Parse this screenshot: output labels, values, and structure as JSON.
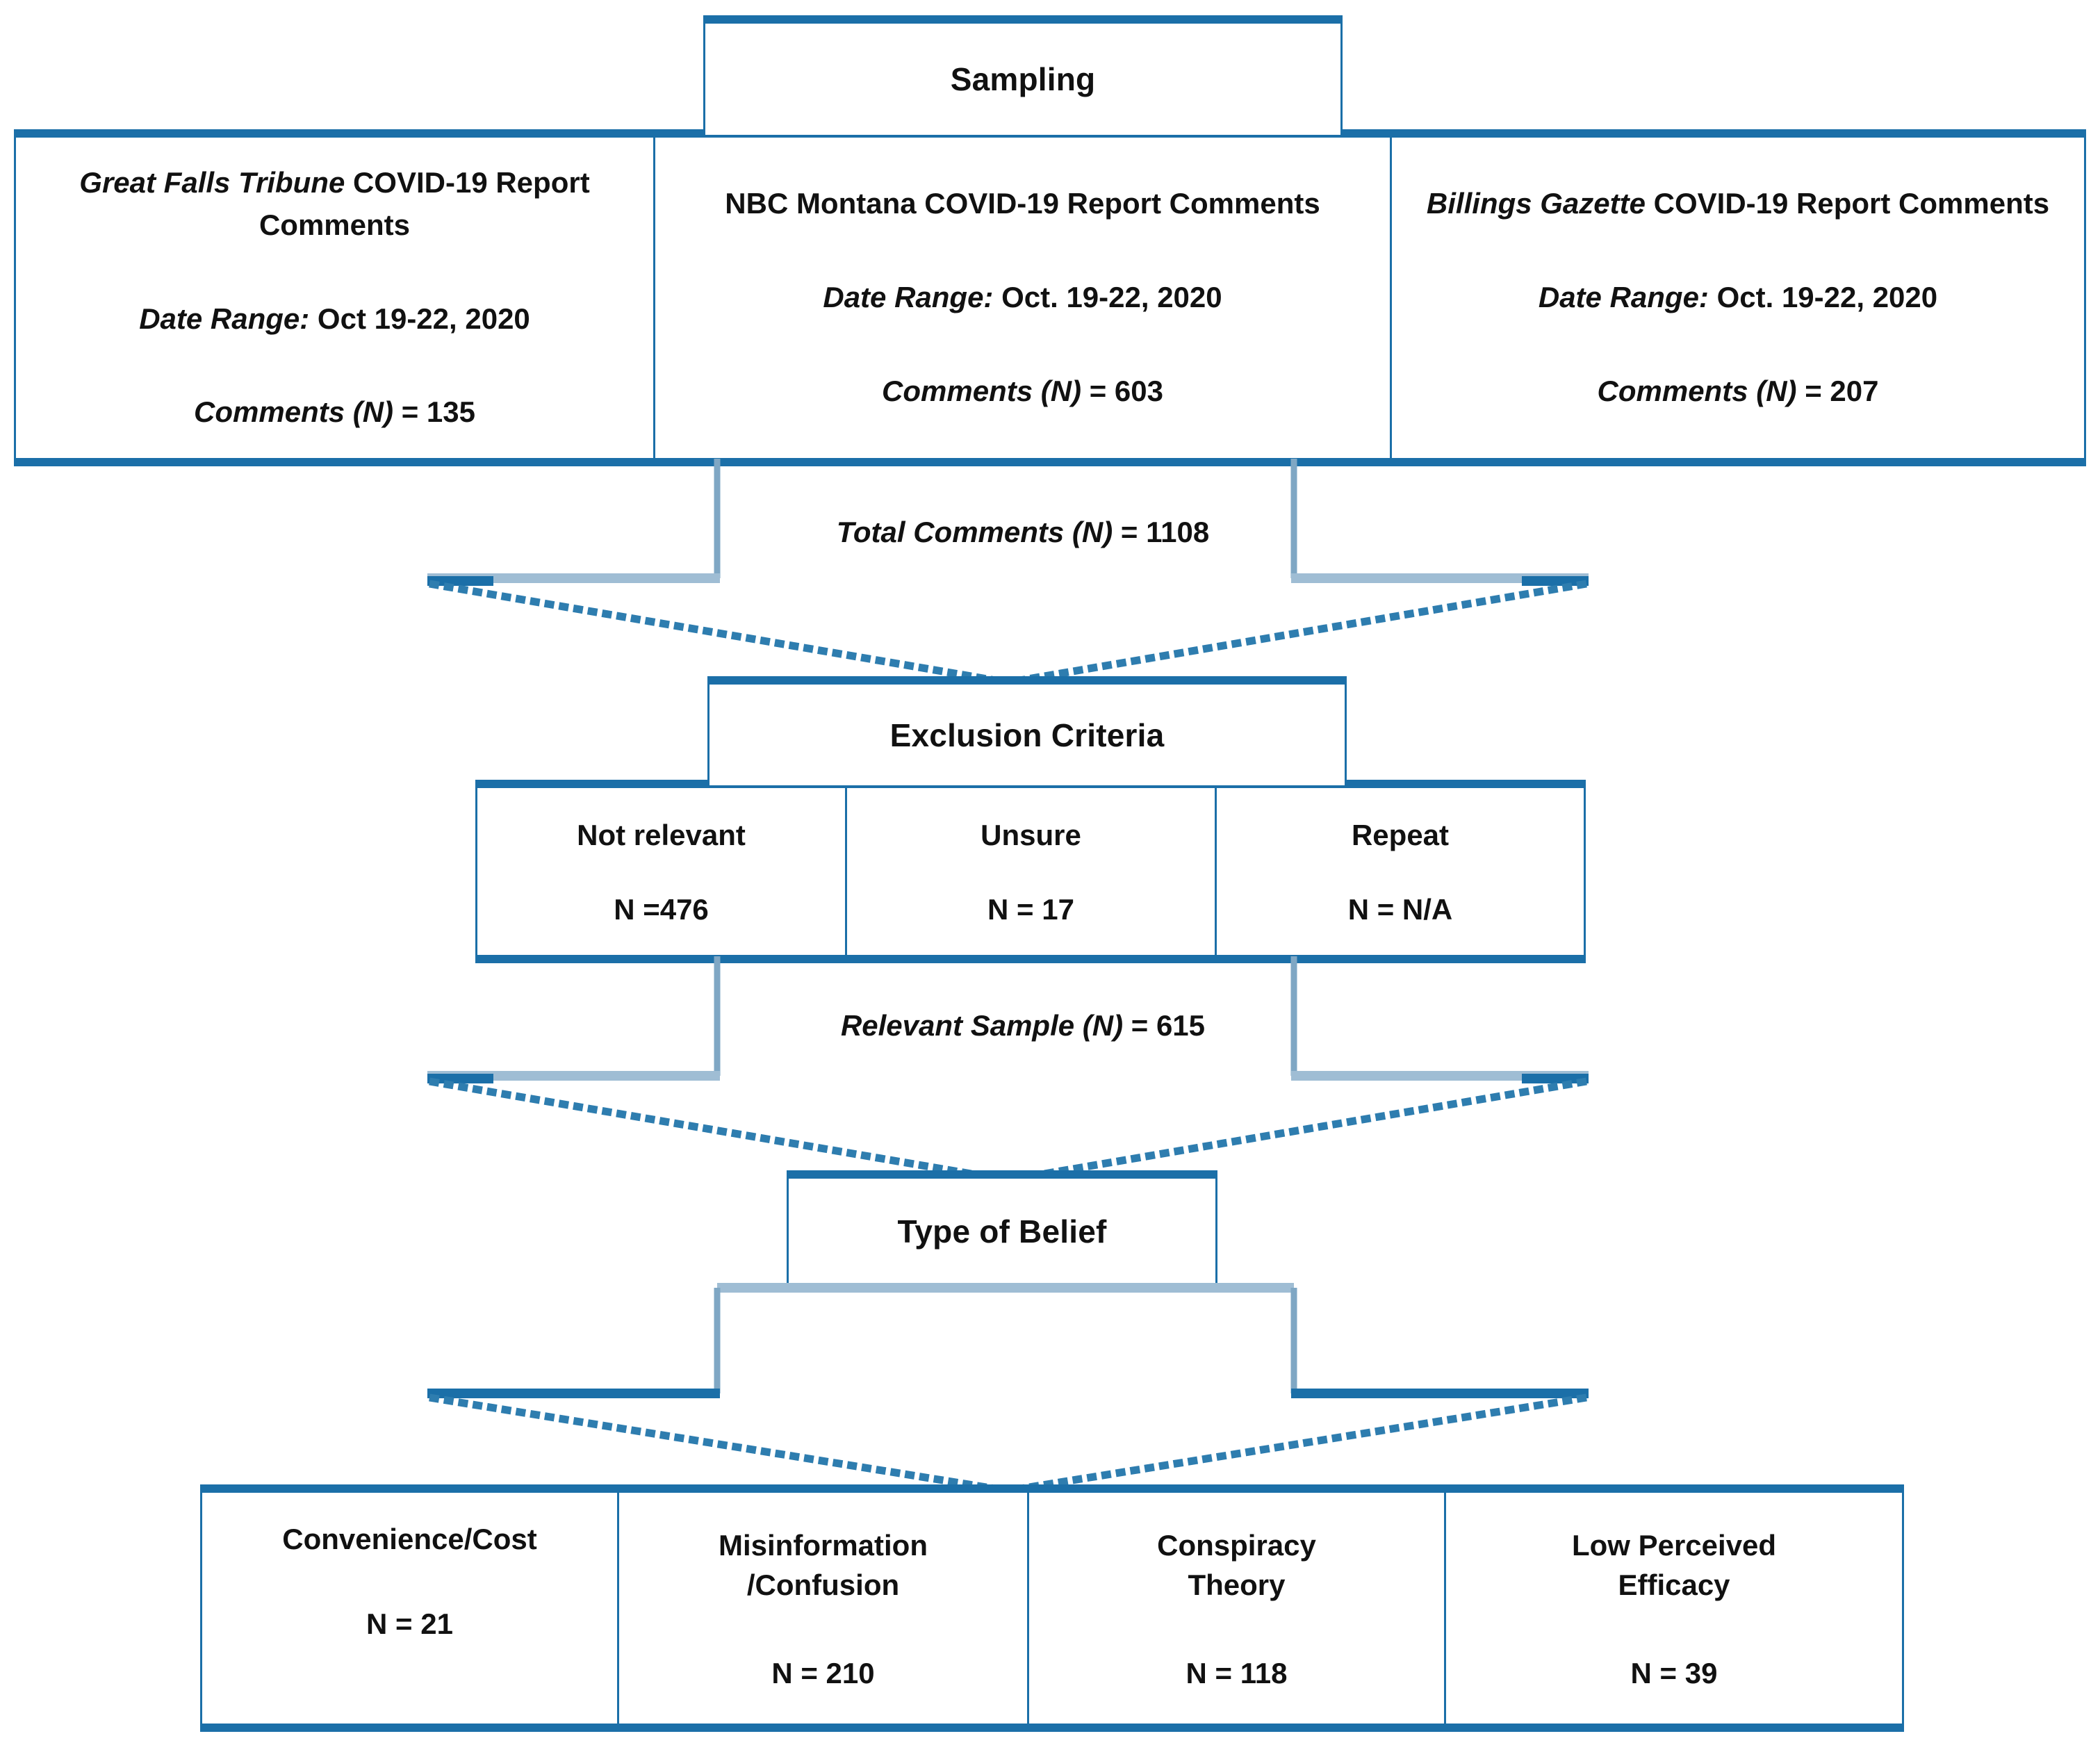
{
  "diagram": {
    "title": "Sampling flow diagram",
    "accent_color": "#1B6FA8",
    "text_color": "#111111",
    "background": "#ffffff"
  },
  "sampling": {
    "header": "Sampling",
    "sources": [
      {
        "outlet": "Great Falls Tribune",
        "title_rest": " COVID-19 Report  Comments",
        "date_label": "Date Range:",
        "date_value": " Oct 19-22, 2020",
        "count_label": "Comments (N)",
        "count_value": " = 135"
      },
      {
        "outlet": "NBC Montana",
        "title_rest": " COVID-19 Report Comments",
        "date_label": "Date Range:",
        "date_value": " Oct. 19-22, 2020",
        "count_label": "Comments (N)",
        "count_value": " = 603"
      },
      {
        "outlet": "Billings Gazette",
        "title_rest": " COVID-19 Report Comments",
        "date_label": "Date Range:",
        "date_value": " Oct. 19-22, 2020",
        "count_label": "Comments (N)",
        "count_value": " = 207"
      }
    ]
  },
  "funnel_total": {
    "label_italic": "Total Comments (N)",
    "label_rest": " = 1108"
  },
  "exclusion": {
    "header": "Exclusion Criteria",
    "criteria": [
      {
        "label": "Not relevant",
        "n": "N =476"
      },
      {
        "label": "Unsure",
        "n": "N = 17"
      },
      {
        "label": "Repeat",
        "n": "N = N/A"
      }
    ]
  },
  "funnel_relevant": {
    "label_italic": "Relevant Sample (N)",
    "label_rest": " = 615"
  },
  "belief": {
    "header": "Type of Belief",
    "types": [
      {
        "line1": "Convenience/Cost",
        "line2": "",
        "n": "N = 21"
      },
      {
        "line1": "Misinformation",
        "line2": "/Confusion",
        "n": "N = 210"
      },
      {
        "line1": "Conspiracy",
        "line2": "Theory",
        "n": "N = 118"
      },
      {
        "line1": "Low Perceived",
        "line2": "Efficacy",
        "n": "N = 39"
      }
    ]
  }
}
